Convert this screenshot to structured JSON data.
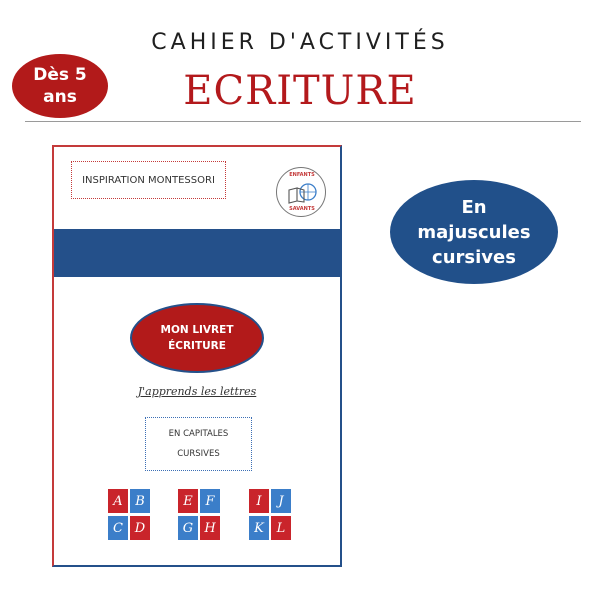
{
  "header": {
    "title": "CAHIER D'ACTIVITÉS",
    "main_title": "ECRITURE"
  },
  "age_badge": {
    "line1": "Dès 5",
    "line2": "ans",
    "color": "#b21a1a"
  },
  "tag_badge": {
    "line1": "En",
    "line2": "majuscules",
    "line3": "cursives",
    "color": "#21508a"
  },
  "cover": {
    "inspiration": "INSPIRATION MONTESSORI",
    "logo_top": "ENFANTS",
    "logo_bottom": "SAVANTS",
    "livret_line1": "MON LIVRET",
    "livret_line2": "ÉCRITURE",
    "subtitle": "J'apprends les lettres",
    "capitales_line1": "EN CAPITALES",
    "capitales_line2": "CURSIVES",
    "letter_groups": [
      [
        "A",
        "B",
        "C",
        "D"
      ],
      [
        "E",
        "F",
        "G",
        "H"
      ],
      [
        "I",
        "J",
        "K",
        "L"
      ]
    ]
  },
  "colors": {
    "accent_red": "#b3191c",
    "accent_blue": "#24508a",
    "tile_red": "#c9242b",
    "tile_blue": "#3b7ec9"
  }
}
